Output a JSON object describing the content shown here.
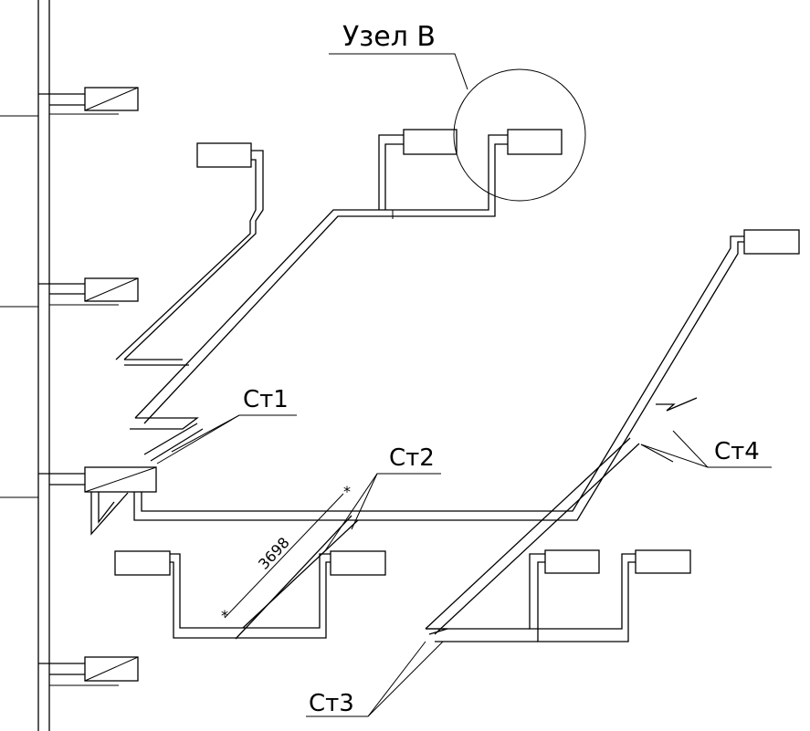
{
  "labels": {
    "node": "Узел  В",
    "st1": "Ст1",
    "st2": "Ст2",
    "st3": "Ст3",
    "st4": "Ст4",
    "dimension": "3698"
  },
  "colors": {
    "background": "#ffffff",
    "line": "#000000"
  }
}
